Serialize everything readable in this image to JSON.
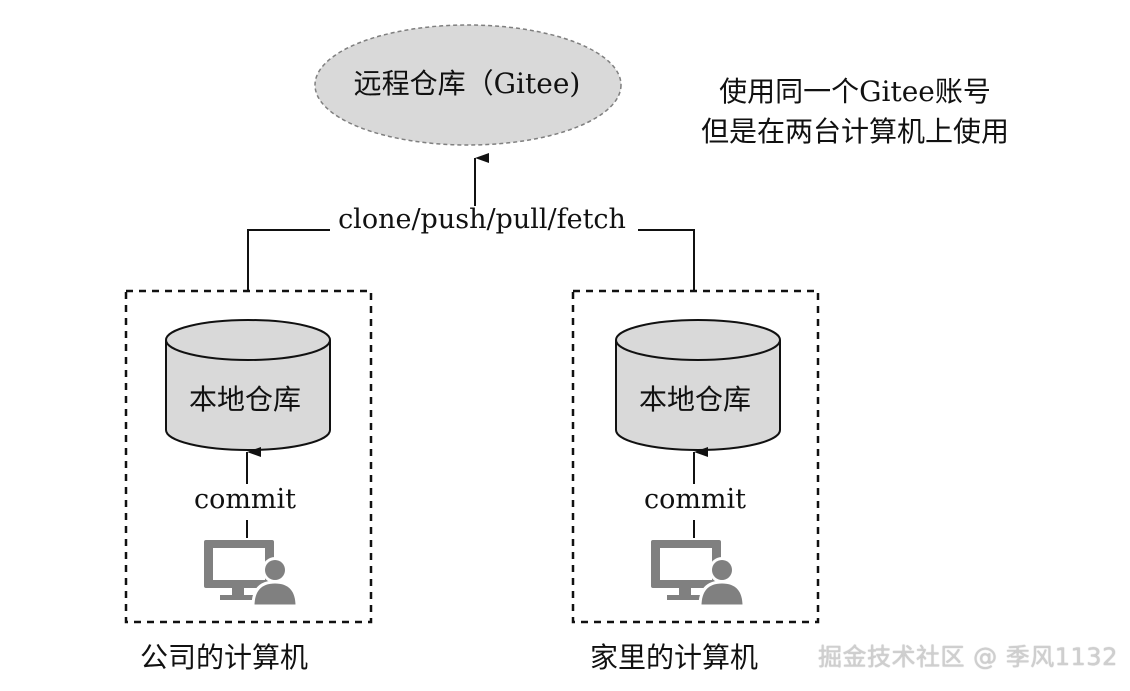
{
  "remote": {
    "label": "远程仓库（Gitee)"
  },
  "note": {
    "line1": "使用同一个Gitee账号",
    "line2": "但是在两台计算机上使用"
  },
  "operations": {
    "label": "clone/push/pull/fetch"
  },
  "computers": [
    {
      "repo_label": "本地仓库",
      "commit_label": "commit",
      "machine_label": "公司的计算机"
    },
    {
      "repo_label": "本地仓库",
      "commit_label": "commit",
      "machine_label": "家里的计算机"
    }
  ],
  "watermark": {
    "text": "掘金技术社区 @ 季风1132"
  },
  "colors": {
    "cloud_fill": "#d9d9d9",
    "cloud_stroke": "#7f7f7f",
    "repo_fill": "#d9d9d9",
    "icon_gray": "#808080",
    "line": "#111111"
  }
}
